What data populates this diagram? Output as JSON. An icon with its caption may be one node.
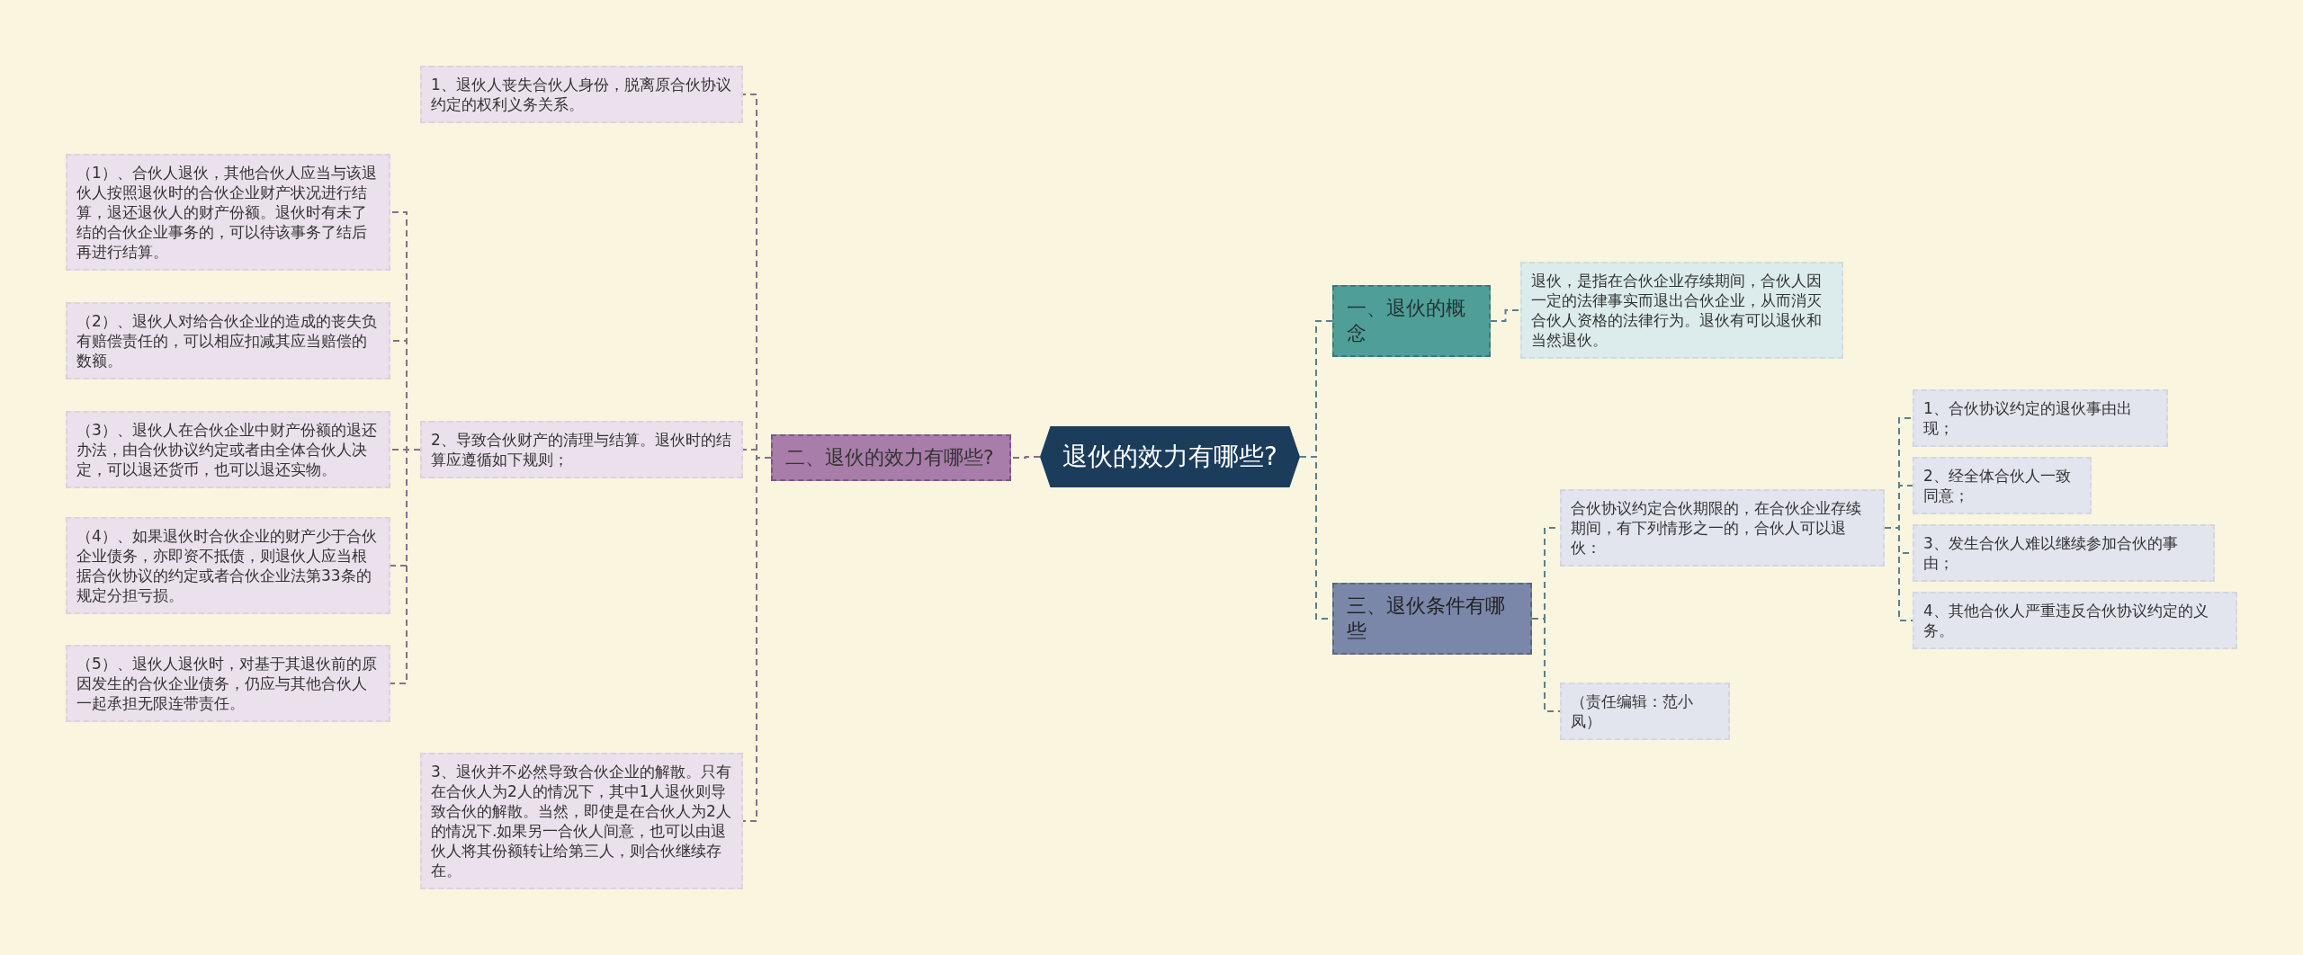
{
  "diagram": {
    "nodes": [
      {
        "text": [
          "退伙的效力有哪些?"
        ]
      },
      {
        "text": [
          "二、退伙的效力有哪些?"
        ]
      },
      {
        "text": [
          "1、退伙人丧失合伙人身份，脱离原合伙协议约定的权利义务关系。"
        ]
      },
      {
        "text": [
          "2、导致合伙财产的清理与结算。退伙时的结算应遵循如下规则；"
        ]
      },
      {
        "text": [
          "（1）、合伙人退伙，其他合伙人应当与该退伙人按照退伙时的合伙企业财产状况进行结算，退还退伙人的财产份额。退伙时有未了结的合伙企业事务的，可以待该事务了结后再进行结算。"
        ]
      },
      {
        "text": [
          "（2）、退伙人对给合伙企业的造成的丧失负有赔偿责任的，可以相应扣减其应当赔偿的数额。"
        ]
      },
      {
        "text": [
          "（3）、退伙人在合伙企业中财产份额的退还办法，由合伙协议约定或者由全体合伙人决定，可以退还货币，也可以退还实物。"
        ]
      },
      {
        "text": [
          "（4）、如果退伙时合伙企业的财产少于合伙企业债务，亦即资不抵债，则退伙人应当根据合伙协议的约定或者合伙企业法第33条的规定分担亏损。"
        ]
      },
      {
        "text": [
          "（5）、退伙人退伙时，对基于其退伙前的原因发生的合伙企业债务，仍应与其他合伙人一起承担无限连带责任。"
        ]
      },
      {
        "text": [
          "3、退伙并不必然导致合伙企业的解散。只有在合伙人为2人的情况下，其中1人退伙则导致合伙的解散。当然，即使是在合伙人为2人的情况下.如果另一合伙人间意，也可以由退伙人将其份额转让给第三人，则合伙继续存在。"
        ]
      },
      {
        "text": [
          "一、退伙的概念"
        ]
      },
      {
        "text": [
          "退伙，是指在合伙企业存续期间，合伙人因一定的法律事实而退出合伙企业，从而消灭合伙人资格的法律行为。退伙有可以退伙和当然退伙。"
        ]
      },
      {
        "text": [
          "三、退伙条件有哪些"
        ]
      },
      {
        "text": [
          "合伙协议约定合伙期限的，在合伙企业存续期间，有下列情形之一的，合伙人可以退伙："
        ]
      },
      {
        "text": [
          "1、合伙协议约定的退伙事由出现；"
        ]
      },
      {
        "text": [
          "2、经全体合伙人一致同意；"
        ]
      },
      {
        "text": [
          "3、发生合伙人难以继续参加合伙的事由；"
        ]
      },
      {
        "text": [
          "4、其他合伙人严重违反合伙协议约定的义务。"
        ]
      },
      {
        "text": [
          "（责任编辑：范小凤）"
        ]
      }
    ],
    "edges": [
      {
        "from": 0,
        "to": 1,
        "arrow": "none",
        "color": "#8a6c8e"
      },
      {
        "from": 1,
        "to": 2,
        "arrow": "none",
        "color": "#8a6c8e"
      },
      {
        "from": 1,
        "to": 3,
        "arrow": "none",
        "color": "#8a6c8e"
      },
      {
        "from": 1,
        "to": 9,
        "arrow": "none",
        "color": "#8a6c8e"
      },
      {
        "from": 3,
        "to": 4,
        "arrow": "none",
        "color": "#8a6c8e"
      },
      {
        "from": 3,
        "to": 5,
        "arrow": "none",
        "color": "#8a6c8e"
      },
      {
        "from": 3,
        "to": 6,
        "arrow": "none",
        "color": "#8a6c8e"
      },
      {
        "from": 3,
        "to": 7,
        "arrow": "none",
        "color": "#8a6c8e"
      },
      {
        "from": 3,
        "to": 8,
        "arrow": "none",
        "color": "#8a6c8e"
      },
      {
        "from": 0,
        "to": 10,
        "arrow": "none",
        "color": "#5b7f8e"
      },
      {
        "from": 10,
        "to": 11,
        "arrow": "none",
        "color": "#5b7f8e"
      },
      {
        "from": 0,
        "to": 12,
        "arrow": "none",
        "color": "#5b7f8e"
      },
      {
        "from": 12,
        "to": 13,
        "arrow": "none",
        "color": "#5b7f8e"
      },
      {
        "from": 12,
        "to": 18,
        "arrow": "none",
        "color": "#5b7f8e"
      },
      {
        "from": 13,
        "to": 14,
        "arrow": "none",
        "color": "#5b7f8e"
      },
      {
        "from": 13,
        "to": 15,
        "arrow": "none",
        "color": "#5b7f8e"
      },
      {
        "from": 13,
        "to": 16,
        "arrow": "none",
        "color": "#5b7f8e"
      },
      {
        "from": 13,
        "to": 17,
        "arrow": "none",
        "color": "#5b7f8e"
      }
    ]
  }
}
